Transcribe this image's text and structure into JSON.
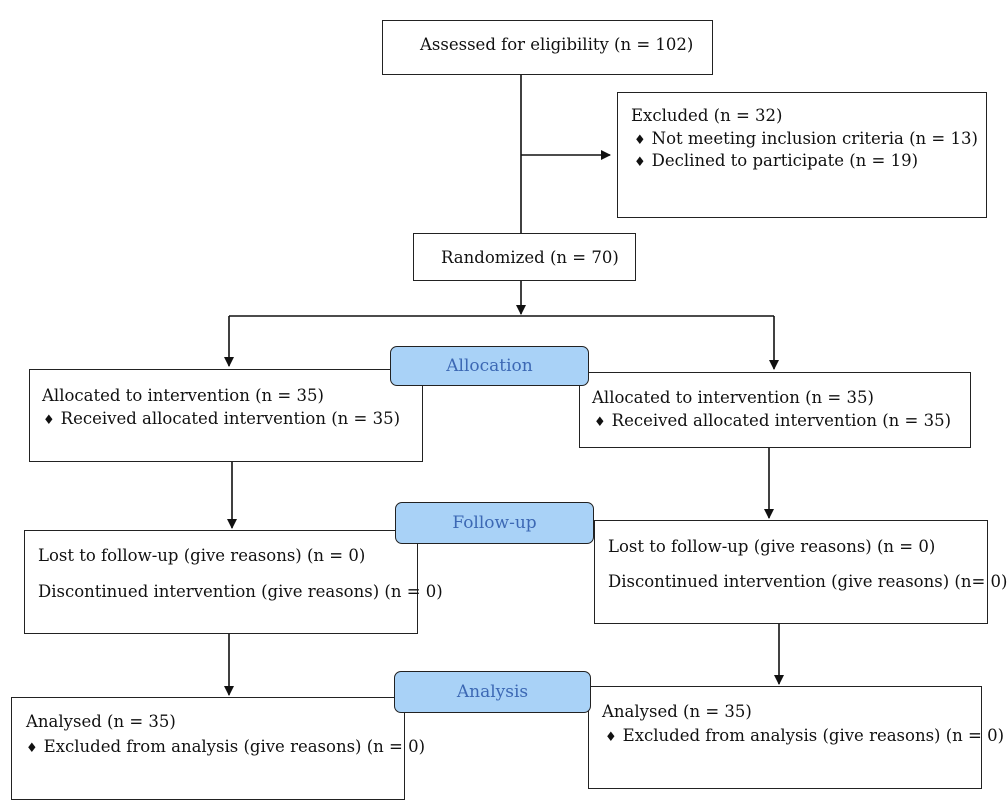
{
  "enrollment": {
    "assessed": "Assessed for eligibility (n = 102)",
    "excluded_title": "Excluded  (n = 32)",
    "excluded_items": [
      "Not meeting inclusion criteria (n = 13)",
      "Declined to participate (n = 19)"
    ],
    "randomized": "Randomized (n = 70)"
  },
  "stages": {
    "allocation": "Allocation",
    "followup": "Follow-up",
    "analysis": "Analysis"
  },
  "bullet_glyph": "♦",
  "left": {
    "allocated": "Allocated to intervention (n = 35)",
    "received": "Received allocated intervention (n = 35)",
    "lost": "Lost to follow-up (give reasons) (n = 0)",
    "discontinued": "Discontinued intervention (give reasons) (n = 0)",
    "analysed": "Analysed  (n = 35)",
    "excluded_analysis": "Excluded from analysis (give reasons) (n = 0)"
  },
  "right": {
    "allocated": "Allocated to intervention (n = 35)",
    "received": "Received allocated intervention (n = 35)",
    "lost": "Lost to follow-up (give reasons) (n = 0)",
    "discontinued": "Discontinued intervention (give reasons) (n=  0)",
    "analysed": "Analysed  (n = 35)",
    "excluded_analysis": "Excluded from analysis (give reasons) (n = 0)"
  }
}
